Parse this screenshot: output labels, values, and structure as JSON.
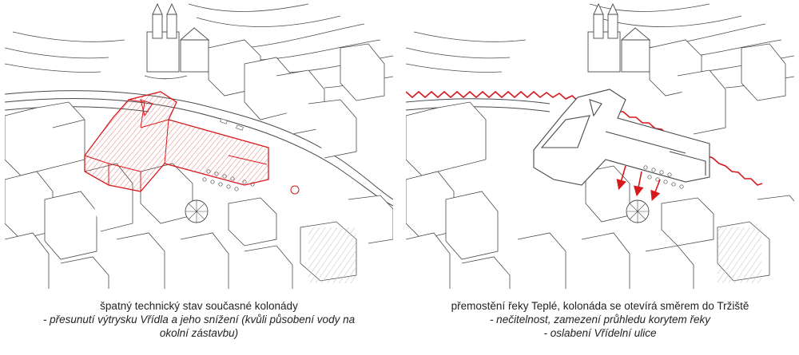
{
  "panels": [
    {
      "id": "left",
      "caption": {
        "main": "špatný technický stav současné kolonády",
        "sub1": "- přesunutí výtrysku Vřídla a jeho snížení (kvůli působení vody na",
        "sub2": "okolní zástavbu)"
      }
    },
    {
      "id": "right",
      "caption": {
        "main": "přemostění řeky Teplé, kolonáda se otevírá směrem do Tržiště",
        "sub1": "- nečitelnost, zamezení průhledu korytem řeky",
        "sub2": "- oslabení Vřídelní ulice"
      }
    }
  ],
  "colors": {
    "accent": "#d7191c",
    "accent_fill": "#f4c6c6",
    "line": "#4a4a4a",
    "hatch": "#c9c9c9"
  }
}
